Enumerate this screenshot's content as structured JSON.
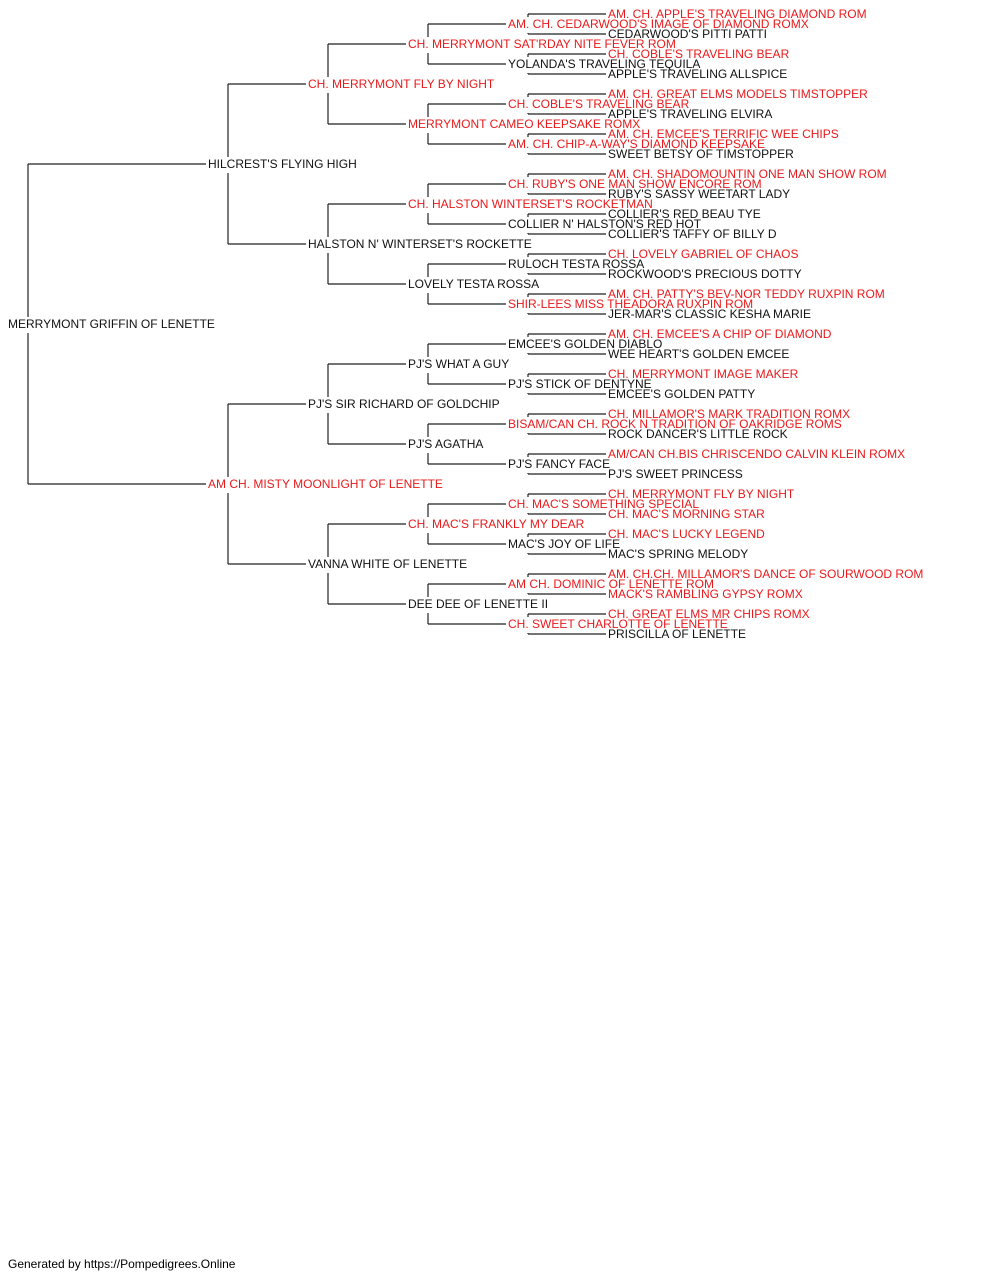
{
  "colors": {
    "champion": "#e8191b",
    "regular": "#111111",
    "line": "#222222"
  },
  "footer": "Generated by https://Pompedigrees.Online",
  "pedigree": {
    "name": "MERRYMONT GRIFFIN OF LENETTE",
    "champion": false,
    "sire": {
      "name": "HILCREST'S FLYING HIGH",
      "champion": false,
      "sire": {
        "name": "CH. MERRYMONT FLY BY NIGHT",
        "champion": true,
        "sire": {
          "name": "CH. MERRYMONT SAT'RDAY NITE FEVER ROM",
          "champion": true,
          "sire": {
            "name": "AM. CH. CEDARWOOD'S IMAGE OF DIAMOND ROMX",
            "champion": true,
            "sire": {
              "name": "AM. CH. APPLE'S TRAVELING DIAMOND ROM",
              "champion": true
            },
            "dam": {
              "name": "CEDARWOOD'S PITTI PATTI",
              "champion": false
            }
          },
          "dam": {
            "name": "YOLANDA'S TRAVELING TEQUILA",
            "champion": false,
            "sire": {
              "name": "CH. COBLE'S TRAVELING BEAR",
              "champion": true
            },
            "dam": {
              "name": "APPLE'S TRAVELING ALLSPICE",
              "champion": false
            }
          }
        },
        "dam": {
          "name": "MERRYMONT CAMEO KEEPSAKE ROMX",
          "champion": true,
          "sire": {
            "name": "CH. COBLE'S TRAVELING BEAR",
            "champion": true,
            "sire": {
              "name": "AM. CH. GREAT ELMS MODELS TIMSTOPPER",
              "champion": true
            },
            "dam": {
              "name": "APPLE'S TRAVELING ELVIRA",
              "champion": false
            }
          },
          "dam": {
            "name": "AM. CH. CHIP-A-WAY'S DIAMOND KEEPSAKE",
            "champion": true,
            "sire": {
              "name": "AM. CH. EMCEE'S TERRIFIC WEE CHIPS",
              "champion": true
            },
            "dam": {
              "name": "SWEET BETSY OF TIMSTOPPER",
              "champion": false
            }
          }
        }
      },
      "dam": {
        "name": "HALSTON N' WINTERSET'S ROCKETTE",
        "champion": false,
        "sire": {
          "name": "CH. HALSTON WINTERSET'S ROCKETMAN",
          "champion": true,
          "sire": {
            "name": "CH. RUBY'S ONE MAN SHOW ENCORE ROM",
            "champion": true,
            "sire": {
              "name": "AM. CH. SHADOMOUNTIN ONE MAN SHOW ROM",
              "champion": true
            },
            "dam": {
              "name": "RUBY'S SASSY WEETART LADY",
              "champion": false
            }
          },
          "dam": {
            "name": "COLLIER N' HALSTON'S RED HOT",
            "champion": false,
            "sire": {
              "name": "COLLIER'S RED BEAU TYE",
              "champion": false
            },
            "dam": {
              "name": "COLLIER'S TAFFY OF BILLY D",
              "champion": false
            }
          }
        },
        "dam": {
          "name": "LOVELY TESTA ROSSA",
          "champion": false,
          "sire": {
            "name": "RULOCH TESTA ROSSA",
            "champion": false,
            "sire": {
              "name": "CH. LOVELY GABRIEL OF CHAOS",
              "champion": true
            },
            "dam": {
              "name": "ROCKWOOD'S PRECIOUS DOTTY",
              "champion": false
            }
          },
          "dam": {
            "name": "SHIR-LEES MISS THEADORA RUXPIN ROM",
            "champion": true,
            "sire": {
              "name": "AM. CH. PATTY'S BEV-NOR TEDDY RUXPIN ROM",
              "champion": true
            },
            "dam": {
              "name": "JER-MAR'S CLASSIC KESHA MARIE",
              "champion": false
            }
          }
        }
      }
    },
    "dam": {
      "name": "AM CH. MISTY MOONLIGHT OF LENETTE",
      "champion": true,
      "sire": {
        "name": "PJ'S SIR RICHARD OF GOLDCHIP",
        "champion": false,
        "sire": {
          "name": "PJ'S WHAT A GUY",
          "champion": false,
          "sire": {
            "name": "EMCEE'S GOLDEN DIABLO",
            "champion": false,
            "sire": {
              "name": "AM. CH. EMCEE'S A CHIP OF DIAMOND",
              "champion": true
            },
            "dam": {
              "name": "WEE HEART'S GOLDEN EMCEE",
              "champion": false
            }
          },
          "dam": {
            "name": "PJ'S STICK OF DENTYNE",
            "champion": false,
            "sire": {
              "name": "CH. MERRYMONT IMAGE MAKER",
              "champion": true
            },
            "dam": {
              "name": "EMCEE'S GOLDEN PATTY",
              "champion": false
            }
          }
        },
        "dam": {
          "name": "PJ'S AGATHA",
          "champion": false,
          "sire": {
            "name": "BISAM/CAN CH. ROCK N TRADITION OF OAKRIDGE ROMS",
            "champion": true,
            "sire": {
              "name": "CH. MILLAMOR'S MARK TRADITION ROMX",
              "champion": true
            },
            "dam": {
              "name": "ROCK DANCER'S LITTLE ROCK",
              "champion": false
            }
          },
          "dam": {
            "name": "PJ'S FANCY FACE",
            "champion": false,
            "sire": {
              "name": "AM/CAN CH.BIS CHRISCENDO CALVIN KLEIN ROMX",
              "champion": true
            },
            "dam": {
              "name": "PJ'S SWEET PRINCESS",
              "champion": false
            }
          }
        }
      },
      "dam": {
        "name": "VANNA WHITE OF LENETTE",
        "champion": false,
        "sire": {
          "name": "CH. MAC'S FRANKLY MY DEAR",
          "champion": true,
          "sire": {
            "name": "CH. MAC'S SOMETHING SPECIAL",
            "champion": true,
            "sire": {
              "name": "CH. MERRYMONT FLY BY NIGHT",
              "champion": true
            },
            "dam": {
              "name": "CH. MAC'S MORNING STAR",
              "champion": true
            }
          },
          "dam": {
            "name": "MAC'S JOY OF LIFE",
            "champion": false,
            "sire": {
              "name": "CH. MAC'S LUCKY LEGEND",
              "champion": true
            },
            "dam": {
              "name": "MAC'S SPRING MELODY",
              "champion": false
            }
          }
        },
        "dam": {
          "name": "DEE DEE OF LENETTE II",
          "champion": false,
          "sire": {
            "name": "AM CH. DOMINIC OF LENETTE ROM",
            "champion": true,
            "sire": {
              "name": "AM. CH.CH. MILLAMOR'S DANCE OF SOURWOOD ROM",
              "champion": true
            },
            "dam": {
              "name": "MACK'S RAMBLING GYPSY ROMX",
              "champion": true
            }
          },
          "dam": {
            "name": "CH. SWEET CHARLOTTE OF LENETTE",
            "champion": true,
            "sire": {
              "name": "CH. GREAT ELMS MR CHIPS ROMX",
              "champion": true
            },
            "dam": {
              "name": "PRISCILLA OF LENETTE",
              "champion": false
            }
          }
        }
      }
    }
  }
}
